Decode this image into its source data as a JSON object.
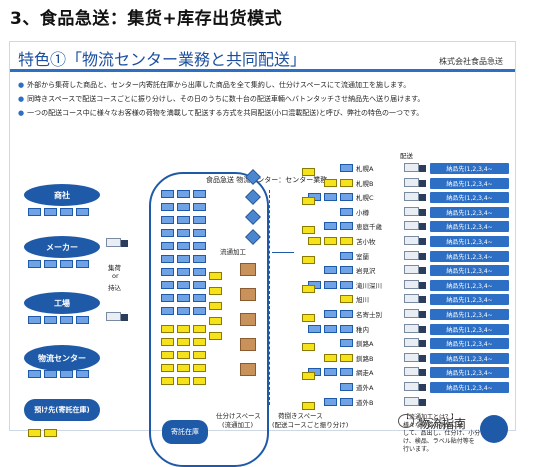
{
  "heading": "3、食品急送：集货+库存出货模式",
  "slide": {
    "title": "特色①「物流センター業務と共同配送」",
    "company": "株式会社食品急送",
    "bullets": [
      "外部から集荷した商品と、センター内寄託在庫から出庫した商品を全て集約し、仕分けスペースにて流通加工を施します。",
      "同時きスペースで配送コースごとに振り分けし、その日のうちに数十台の配送車輛へバトンタッチさせ納品先へ送り届けます。",
      "一つの配送コース中に様々なお客様の荷物を満載して配送する方式を共同配送(小口混載配送)と呼び、弊社の特色の一つです。"
    ],
    "center_title": "食品急送 物流センター：センター業務",
    "suppliers": [
      "商社",
      "メーカー",
      "工場",
      "物流センター"
    ],
    "supplier_extra": "預け先(寄託在庫)",
    "collect_label": [
      "集荷",
      "or",
      "持込"
    ],
    "consign_label": "寄託在庫",
    "process_label": "流通加工",
    "sort_space": [
      "仕分けスペース",
      "(流通加工)"
    ],
    "loading_space": [
      "荷捌きスペース",
      "(配送コースごと振り分け)"
    ],
    "delivery_label": "配送",
    "routes": [
      "札幌A",
      "札幌B",
      "札幌C",
      "小樽",
      "恵庭千歳",
      "苫小牧",
      "室蘭",
      "岩見沢",
      "滝川深川",
      "旭川",
      "名寄士別",
      "稚内",
      "釧路A",
      "釧路B",
      "網走A",
      "道外A",
      "道外B"
    ],
    "store_label": "納品先(1,2,3,4~",
    "note_lines": [
      "【流通加工とは？】",
      "様々な荷姿の商品に対",
      "して、品出し、仕分け、小分",
      "け、検品、ラベル貼付等を",
      "行います。"
    ],
    "watermark": "物流指南"
  },
  "colors": {
    "accent": "#1f5aa8",
    "yellow": "#f6e21a",
    "title": "#1a4fa0"
  }
}
